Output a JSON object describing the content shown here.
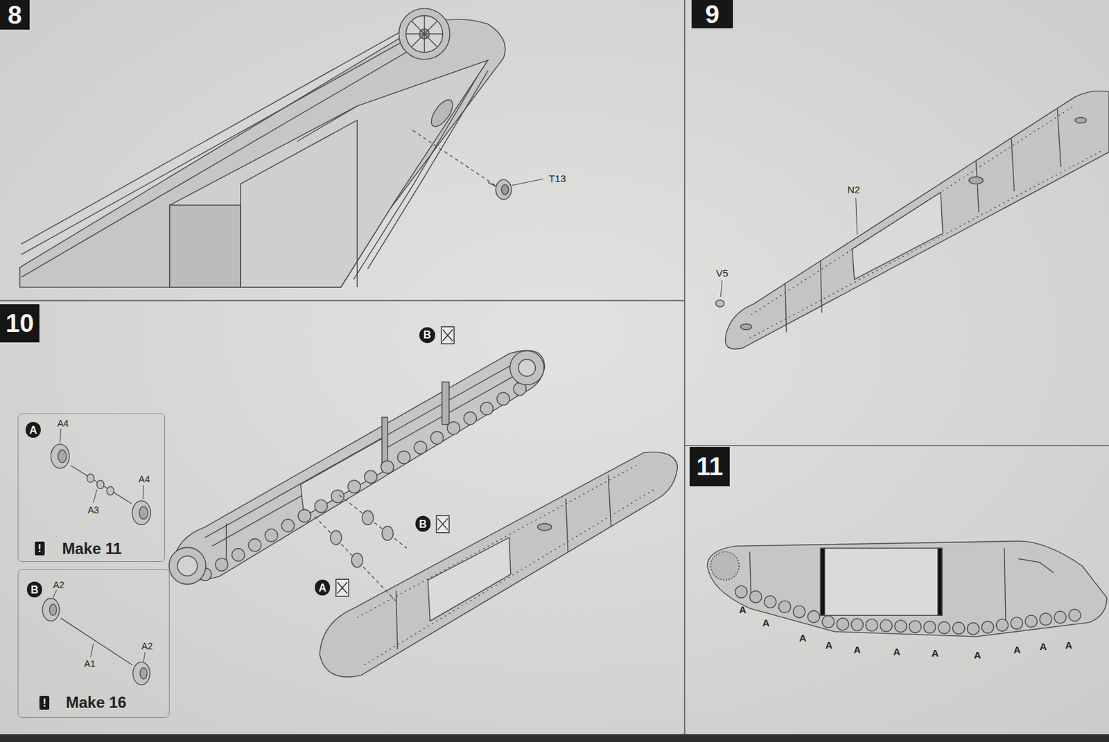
{
  "diagram": {
    "nodes": [
      {
        "text": [
          "8"
        ]
      },
      {
        "text": [
          "9"
        ]
      },
      {
        "text": [
          "10"
        ]
      },
      {
        "text": [
          "A4",
          "A4",
          "A3",
          "Make 11"
        ]
      },
      {
        "text": [
          "A"
        ],
        "in": 3
      },
      {
        "text": [
          "!"
        ],
        "in": 3
      },
      {
        "text": [
          "A2",
          "A2",
          "A1",
          "Make 16"
        ]
      },
      {
        "text": [
          "B"
        ],
        "in": 6
      },
      {
        "text": [
          "!"
        ],
        "in": 6
      },
      {
        "text": [
          "B"
        ]
      },
      {
        "text": [
          "B"
        ]
      },
      {
        "text": [
          "A"
        ]
      },
      {
        "text": [
          "11"
        ]
      }
    ],
    "labels": [
      "T13",
      "N2",
      "V5",
      "A",
      "A",
      "A",
      "A",
      "A",
      "A",
      "A",
      "A",
      "A",
      "A",
      "A"
    ]
  }
}
